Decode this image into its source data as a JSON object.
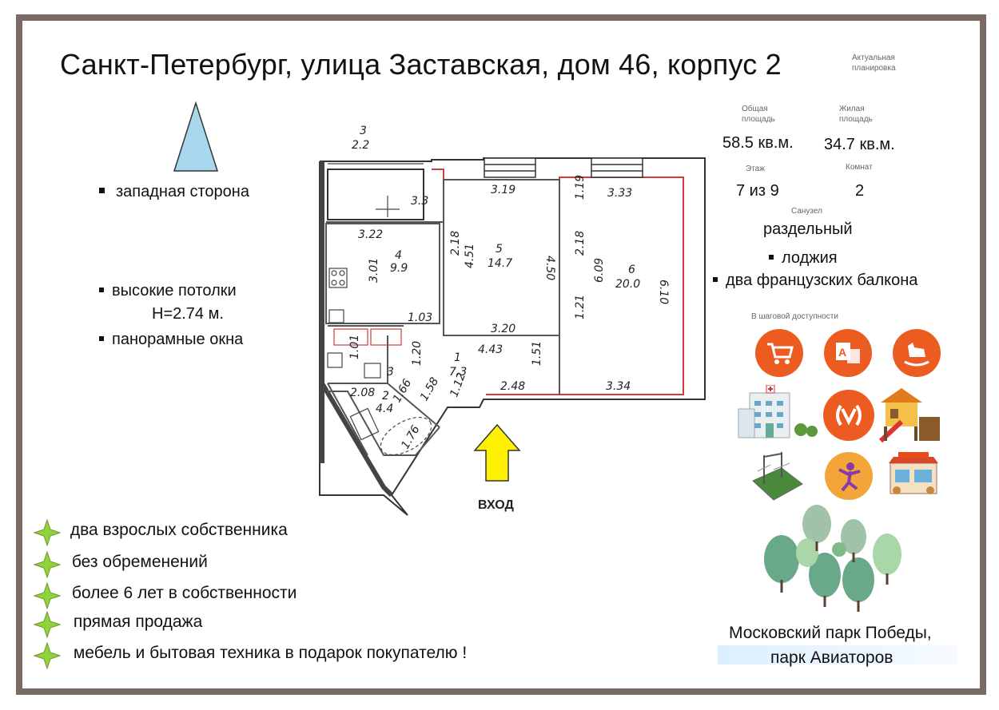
{
  "title": "Санкт-Петербург, улица Заставская, дом 46, корпус 2",
  "badge": "Актуальная\nпланировка",
  "stats": {
    "total_area_label": "Общая\nплощадь",
    "total_area_value": "58.5 кв.м.",
    "living_area_label": "Жилая\nплощадь",
    "living_area_value": "34.7 кв.м.",
    "floor_label": "Этаж",
    "floor_value": "7 из 9",
    "rooms_label": "Комнат",
    "rooms_value": "2",
    "bathroom_label": "Санузел",
    "bathroom_value": "раздельный",
    "loggia": "лоджия",
    "balconies": "два французских балкона"
  },
  "left_notes": {
    "west_side": "западная сторона",
    "high_ceilings": "высокие потолки",
    "ceiling_height": "H=2.74 м.",
    "panoramic_windows": "панорамные окна"
  },
  "floorplan": {
    "entrance_label": "ВХОД",
    "labels": {
      "loggia_num": "3",
      "loggia_area": "2.2",
      "loggia_len": "3.3",
      "kitchen_top": "3.22",
      "kitchen_num": "4",
      "kitchen_area": "9.9",
      "kitchen_side": "3.01",
      "kitchen_bot": "1.03",
      "room5_top": "3.19",
      "room5_num": "5",
      "room5_area": "14.7",
      "room5_left1": "2.18",
      "room5_left2": "4.51",
      "room5_right": "4.50",
      "room5_bot": "3.20",
      "room6_top": "3.33",
      "room6_left1": "1.19",
      "room6_left2": "2.18",
      "room6_left3": "1.21",
      "room6_num": "6",
      "room6_area": "20.0",
      "room6_side": "6.09",
      "room6_right": "6.10",
      "room6_bot": "3.34",
      "hall_num": "1",
      "hall_area": "7.3",
      "hall_top": "4.43",
      "hall_left": "1.20",
      "hall_right": "1.51",
      "hall_bot": "2.48",
      "hall_diag": "1.12",
      "wc_side": "1.01",
      "wc_num": "3",
      "bath_top": "2.08",
      "bath_num": "2",
      "bath_area": "4.4",
      "bath_diag1": "1.66",
      "bath_diag2": "1.58",
      "bath_tub": "1.76"
    }
  },
  "walkability": {
    "title": "В шаговой доступности",
    "icons": [
      "shopping-cart-icon",
      "school-icon",
      "rocking-horse-icon",
      "hospital-icon",
      "metro-icon",
      "playground-icon",
      "sports-ground-icon",
      "fitness-icon",
      "cafe-icon"
    ],
    "accent": "#ec5b20"
  },
  "benefits": [
    "два взрослых собственника",
    "без обременений",
    "более 6 лет в собственности",
    "прямая продажа",
    "мебель и бытовая техника в подарок покупателю !"
  ],
  "parks": {
    "line1": "Московский парк Победы,",
    "line2": "парк Авиаторов"
  },
  "colors": {
    "frame": "#7a6a63",
    "north_triangle": "#a9d8ee",
    "wall_red": "#d23a3a",
    "arrow_yellow": "#ffef00",
    "star_green": "#8fd23a",
    "tree_green": "#7fb98c"
  }
}
